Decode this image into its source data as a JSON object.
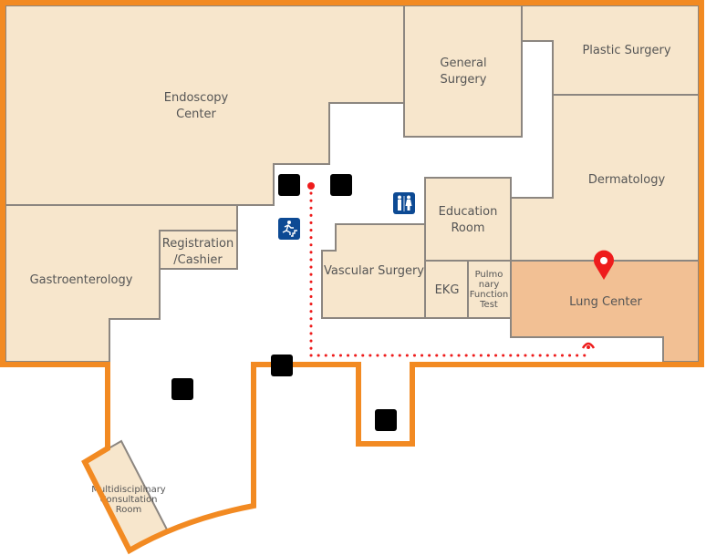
{
  "map": {
    "rooms": [
      {
        "id": "endoscopy",
        "label": [
          "Endoscopy",
          "Center"
        ]
      },
      {
        "id": "general-surgery",
        "label": [
          "General",
          "Surgery"
        ]
      },
      {
        "id": "plastic-surgery",
        "label": [
          "Plastic Surgery"
        ]
      },
      {
        "id": "dermatology",
        "label": [
          "Dermatology"
        ]
      },
      {
        "id": "gastroenterology",
        "label": [
          "Gastroenterology"
        ]
      },
      {
        "id": "registration",
        "label": [
          "Registration",
          "/Cashier"
        ]
      },
      {
        "id": "education-room",
        "label": [
          "Education",
          "Room"
        ]
      },
      {
        "id": "vascular-surgery",
        "label": [
          "Vascular Surgery"
        ]
      },
      {
        "id": "ekg",
        "label": [
          "EKG"
        ]
      },
      {
        "id": "pulmonary",
        "label": [
          "Pulmo",
          "nary",
          "Function",
          "Test"
        ]
      },
      {
        "id": "lung-center",
        "label": [
          "Lung Center"
        ],
        "destination": true
      },
      {
        "id": "multidisciplinary",
        "label": [
          "Multidisciplinary",
          "Consultation",
          "Room"
        ]
      }
    ],
    "icons": [
      "elevator-icon",
      "elevator-icon",
      "elevator-icon",
      "restroom-icon",
      "emergency-exit-icon",
      "escalator-icon",
      "escalator-icon",
      "location-pin-icon",
      "arrival-marker-icon"
    ],
    "colors": {
      "room": "#f7e6cc",
      "destination": "#f2c094",
      "wall": "#f28a22",
      "route": "#ee1c1c",
      "icon": "#0d4a94"
    }
  }
}
